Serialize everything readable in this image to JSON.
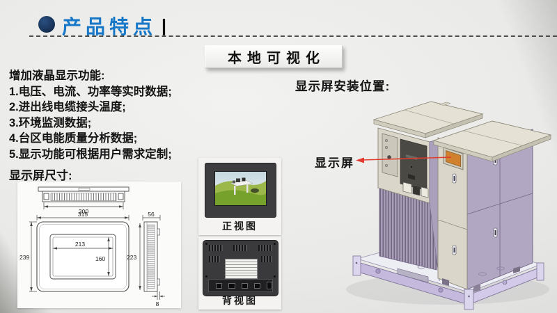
{
  "header": {
    "title": "产品特点",
    "separator": "|"
  },
  "banner": {
    "label": "本地可视化"
  },
  "features": {
    "heading": "增加液晶显示功能:",
    "items": [
      "1.电压、电流、功率等实时数据;",
      "2.进出线电缆接头温度;",
      "3.环境监测数据;",
      "4.台区电能质量分析数据;",
      "5.显示功能可根据用户需求定制;"
    ],
    "size_heading": "显示屏尺寸:"
  },
  "dimension_drawing": {
    "top_width": "300",
    "front_width": "315",
    "front_height": "239",
    "screen_width": "213",
    "screen_height": "160",
    "side_depth": "56",
    "side_height": "223",
    "side_flange": "8"
  },
  "photos": {
    "front_caption": "正视图",
    "back_caption": "背视图"
  },
  "installation": {
    "heading": "显示屏安装位置:",
    "arrow_label": "显示屏"
  },
  "colors": {
    "header_blue": "#1878c8",
    "bullet_navy": "#15365f",
    "arrow_red": "#e23b2e",
    "screen_orange": "#d1802e",
    "cabinet_cream": "#dad6c9",
    "cabinet_lavender": "#b2a7c3",
    "base_lavender": "#d3c9e8"
  }
}
